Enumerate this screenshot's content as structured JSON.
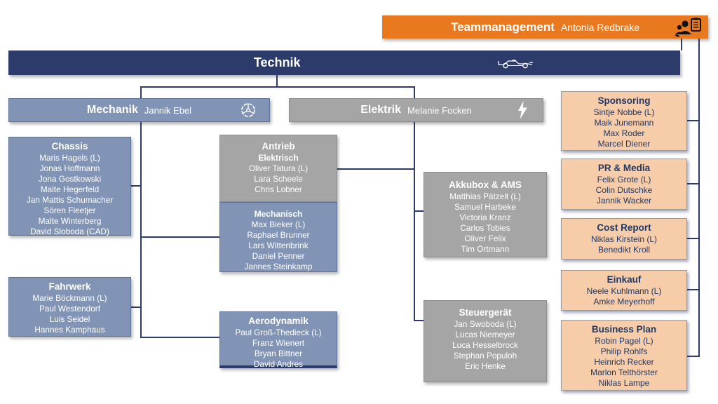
{
  "header": {
    "teammanagement": {
      "title": "Teammanagement",
      "lead": "Antonia Redbrake"
    },
    "technik": {
      "title": "Technik"
    },
    "mechanik": {
      "title": "Mechanik",
      "lead": "Jannik Ebel"
    },
    "elektrik": {
      "title": "Elektrik",
      "lead": "Melanie Focken"
    }
  },
  "boxes": {
    "chassis": {
      "title": "Chassis",
      "members": [
        "Maris Hagels (L)",
        "Jonas Hoffmann",
        "Jona Gostkowski",
        "Malte Hegerfeld",
        "Jan Mattis Schumacher",
        "Sören Fleetjer",
        "Malte Winterberg",
        "David Sloboda (CAD)"
      ]
    },
    "fahrwerk": {
      "title": "Fahrwerk",
      "members": [
        "Marie Böckmann (L)",
        "Paul Westendorf",
        "Luis Seidel",
        "Hannes Kamphaus"
      ]
    },
    "antrieb": {
      "title": "Antrieb",
      "sections": [
        {
          "title": "Elektrisch",
          "members": [
            "Oliver Tatura (L)",
            "Lara Scheele",
            "Chris Lobner"
          ]
        },
        {
          "title": "Mechanisch",
          "members": [
            "Max Bieker (L)",
            "Raphael Brunner",
            "Lars Wittenbrink",
            "Daniel Penner",
            "Jannes Steinkamp"
          ]
        }
      ]
    },
    "aerodynamik": {
      "title": "Aerodynamik",
      "members": [
        "Paul Groß-Thedieck (L)",
        "Franz Wienert",
        "Bryan Bittner",
        "David Andres"
      ]
    },
    "akkubox": {
      "title": "Akkubox & AMS",
      "members": [
        "Matthias Pätzelt (L)",
        "Samuel Harbeke",
        "Victoria Kranz",
        "Carlos Tobies",
        "Oliver Felix",
        "Tim Ortmann"
      ]
    },
    "steuergeraet": {
      "title": "Steuergerät",
      "members": [
        "Jan Swoboda (L)",
        "Lucas Niemeyer",
        "Luca Hesselbrock",
        "Stephan Populoh",
        "Eric Henke"
      ]
    },
    "sponsoring": {
      "title": "Sponsoring",
      "members": [
        "Sintje Nobbe (L)",
        "Maik Junemann",
        "Max Roder",
        "Marcel Diener"
      ]
    },
    "pr_media": {
      "title": "PR & Media",
      "members": [
        "Felix Grote (L)",
        "Colin Dutschke",
        "Jannik Wacker"
      ]
    },
    "cost_report": {
      "title": "Cost Report",
      "members": [
        "Niklas Kirstein (L)",
        "Benedikt Kroll"
      ]
    },
    "einkauf": {
      "title": "Einkauf",
      "members": [
        "Neele Kuhlmann (L)",
        "Amke Meyerhoff"
      ]
    },
    "business_plan": {
      "title": "Business Plan",
      "members": [
        "Robin Pagel (L)",
        "Philip Rohlfs",
        "Heinrich Recker",
        "Marlon Telthörster",
        "Niklas Lampe"
      ]
    }
  },
  "icons": {
    "teammanagement": "people-clipboard-icon",
    "technik": "race-car-icon",
    "mechanik": "gear-icon",
    "elektrik": "lightning-icon"
  },
  "colors": {
    "orange": "#E8791F",
    "navy": "#2D3B6B",
    "blue_gray": "#8294B5",
    "gray": "#A5A5A5",
    "peach": "#F7CCA9",
    "peach_text": "#203864",
    "connector": "#2D3B6B"
  }
}
